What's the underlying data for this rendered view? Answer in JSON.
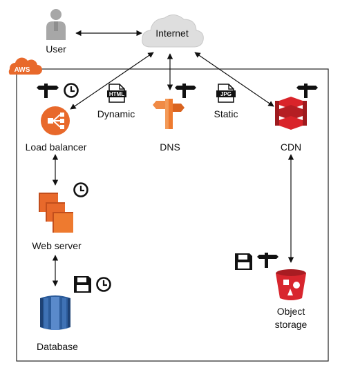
{
  "nodes": {
    "user": "User",
    "internet": "Internet",
    "load_balancer": "Load balancer",
    "dns": "DNS",
    "cdn": "CDN",
    "web_server": "Web server",
    "database": "Database",
    "object_storage_line1": "Object",
    "object_storage_line2": "storage"
  },
  "annotations": {
    "dynamic": "Dynamic",
    "static": "Static",
    "html_tag": "HTML",
    "jpg_tag": "JPG"
  },
  "container": {
    "badge": "AWS"
  },
  "colors": {
    "aws_orange": "#E8692B",
    "dns_orange": "#EE7A2F",
    "cdn_red": "#D9242A",
    "db_blue": "#2C5C9B",
    "s3_red": "#D8262E",
    "internet_cloud": "#DEDEDE",
    "user_gray": "#A7A7A7"
  },
  "icons": [
    "user-icon",
    "cloud-icon",
    "signpost-icon",
    "clock-icon",
    "floppy-disk-icon",
    "html-file-icon",
    "jpg-file-icon",
    "load-balancer-icon",
    "dns-icon",
    "cdn-icon",
    "ec2-icon",
    "database-icon",
    "s3-bucket-icon"
  ]
}
